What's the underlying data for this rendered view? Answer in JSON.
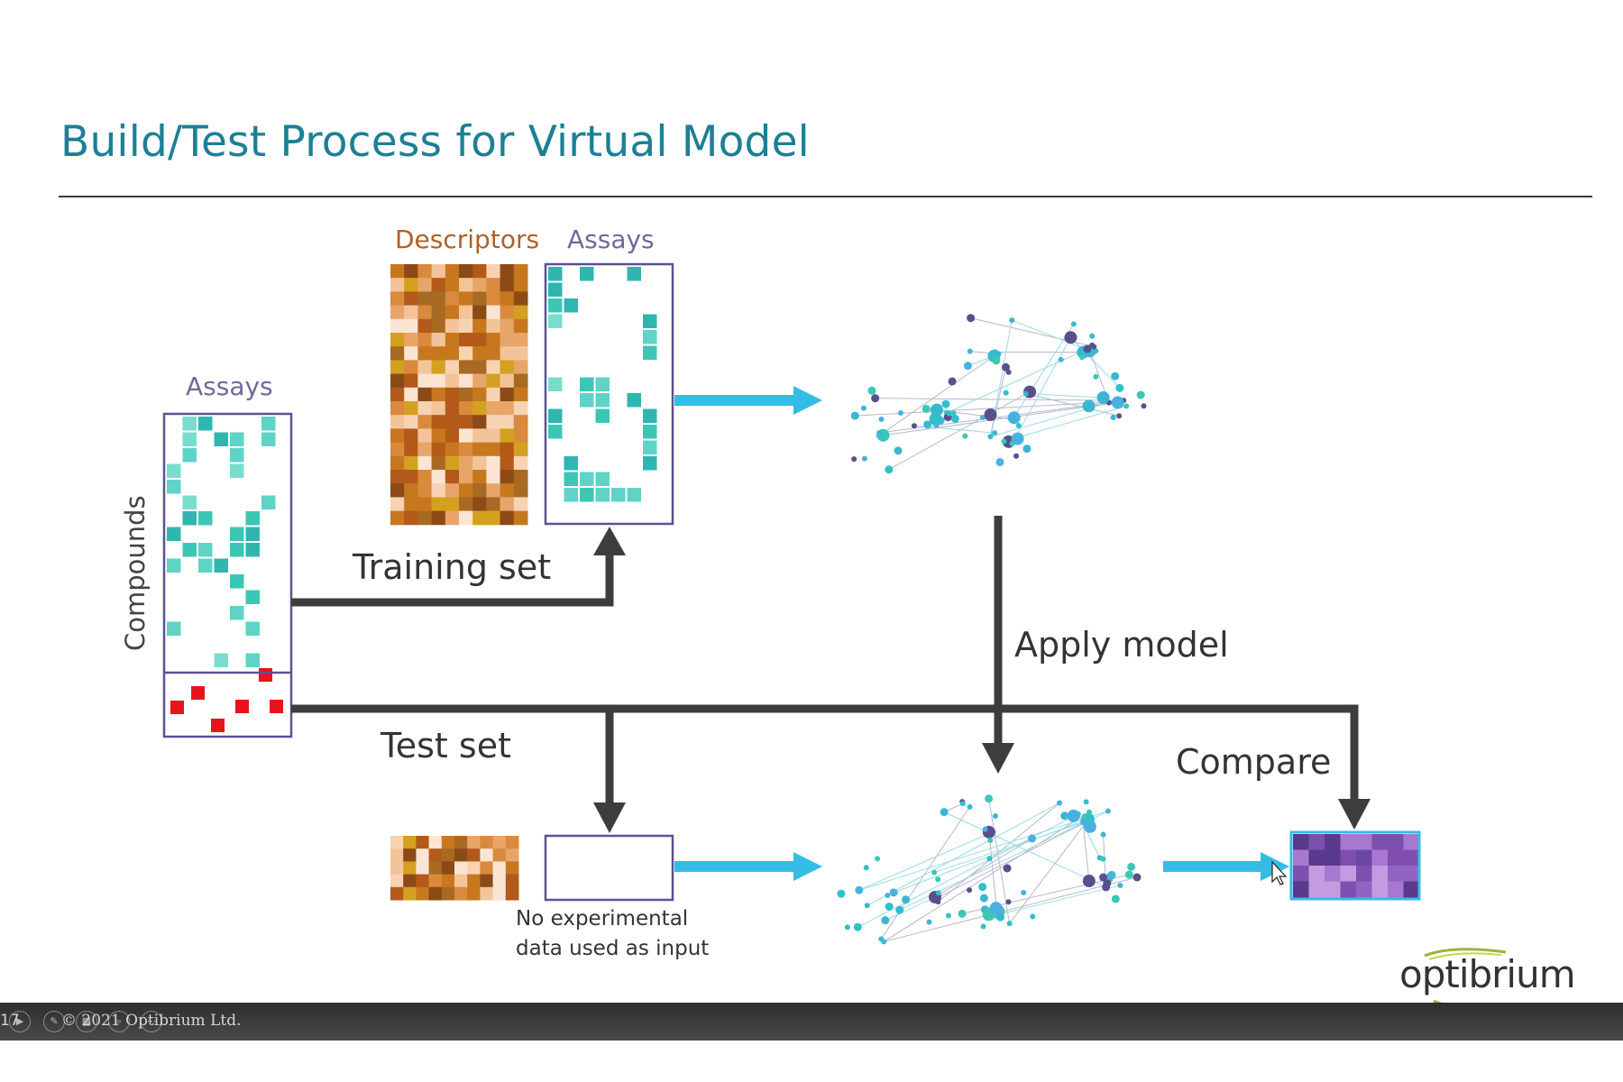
{
  "slide": {
    "title": "Build/Test Process for Virtual Model",
    "footer": {
      "slide_number": "17",
      "copyright": "© 2021 Optibrium Ltd."
    },
    "logo": {
      "text": "optibrium"
    }
  },
  "diagram": {
    "labels": {
      "descriptors": "Descriptors",
      "assays_top": "Assays",
      "assays_left": "Assays",
      "compounds": "Compounds",
      "training_set": "Training set",
      "test_set": "Test set",
      "apply_model": "Apply model",
      "compare": "Compare",
      "no_data_line1": "No experimental",
      "no_data_line2": "data used as input"
    },
    "colors": {
      "title": "#1d7f96",
      "descriptors_label": "#b0602a",
      "assays_label": "#6e6a9a",
      "teal": "#3cc7b5",
      "red": "#e8141c",
      "flow_arrow": "#33bde6",
      "dark_arrow": "#3d3d3d",
      "matrix_border": "#5a5294",
      "prediction_border": "#33bde6"
    }
  }
}
